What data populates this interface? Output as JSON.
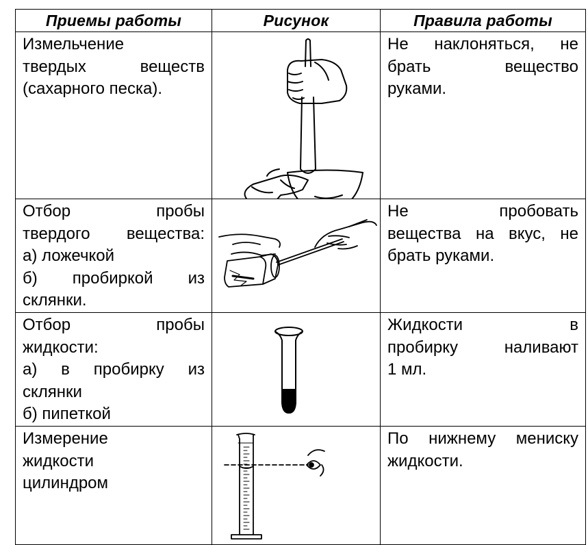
{
  "header": {
    "col1": "Приемы работы",
    "col2": "Рисунок",
    "col3": "Правила работы"
  },
  "rows": [
    {
      "technique": [
        "Измельчение",
        "твердых веществ",
        "(сахарного песка)."
      ],
      "figure": "mortar-and-pestle",
      "rule": [
        "Не наклоняться, не",
        "брать вещество",
        "руками."
      ]
    },
    {
      "technique": [
        "Отбор пробы",
        "твердого вещества:",
        "а)  ложечкой",
        "б)  пробиркой  из",
        "склянки."
      ],
      "figure": "spoon-and-jar",
      "rule": [
        "Не пробовать",
        "вещества на вкус, не",
        "брать руками."
      ]
    },
    {
      "technique": [
        "Отбор пробы",
        "жидкости:",
        "а)  в  пробирку  из",
        "склянки",
        "б) пипеткой"
      ],
      "figure": "test-tube",
      "rule": [
        "Жидкости в",
        "пробирку наливают",
        "1 мл."
      ]
    },
    {
      "technique": [
        "Измерение",
        "жидкости",
        "цилиндром"
      ],
      "figure": "measuring-cylinder-with-eye",
      "rule": [
        "По нижнему мениску",
        "жидкости."
      ]
    }
  ]
}
